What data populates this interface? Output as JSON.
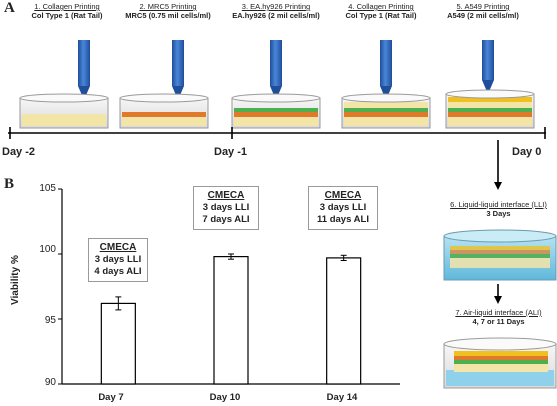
{
  "panel_a": {
    "letter": "A",
    "steps": [
      {
        "title": "1. Collagen Printing",
        "sub": "Col Type 1 (Rat Tail)"
      },
      {
        "title": "2. MRC5 Printing",
        "sub": "MRC5 (0.75 mil cells/ml)"
      },
      {
        "title": "3. EA.hy926 Printing",
        "sub": "EA.hy926 (2 mil cells/ml)"
      },
      {
        "title": "4. Collagen Printing",
        "sub": "Col Type 1 (Rat Tail)"
      },
      {
        "title": "5. A549 Printing",
        "sub": "A549 (2 mil cells/ml)"
      }
    ],
    "days": [
      "Day -2",
      "Day -1",
      "Day 0"
    ],
    "lli": {
      "title": "6. Liquid-liquid interface (LLI)",
      "sub": "3 Days"
    },
    "ali": {
      "title": "7. Air-liquid interface (ALI)",
      "sub": "4, 7 or 11 Days"
    },
    "colors": {
      "needle": "#2a63b8",
      "collagen": "#f3e4a8",
      "mrc5": "#e07a2a",
      "eahy926": "#4caf50",
      "a549": "#f0c020",
      "medium": "#8fd0ea"
    }
  },
  "panel_b": {
    "letter": "B",
    "callouts": [
      {
        "title": "CMECA",
        "line1": "3 days LLI",
        "line2": "4 days ALI"
      },
      {
        "title": "CMECA",
        "line1": "3 days LLI",
        "line2": "7 days ALI"
      },
      {
        "title": "CMECA",
        "line1": "3 days LLI",
        "line2": "11 days ALI"
      }
    ]
  },
  "chart_data": {
    "type": "bar",
    "categories": [
      "Day 7",
      "Day 10",
      "Day 14"
    ],
    "values": [
      96.2,
      99.8,
      99.7
    ],
    "errors": [
      0.5,
      0.2,
      0.2
    ],
    "ylabel": "Viability %",
    "ylim": [
      90,
      105
    ],
    "yticks": [
      "90",
      "95",
      "100",
      "105"
    ],
    "bar_fill": "#ffffff",
    "bar_stroke": "#000000"
  }
}
